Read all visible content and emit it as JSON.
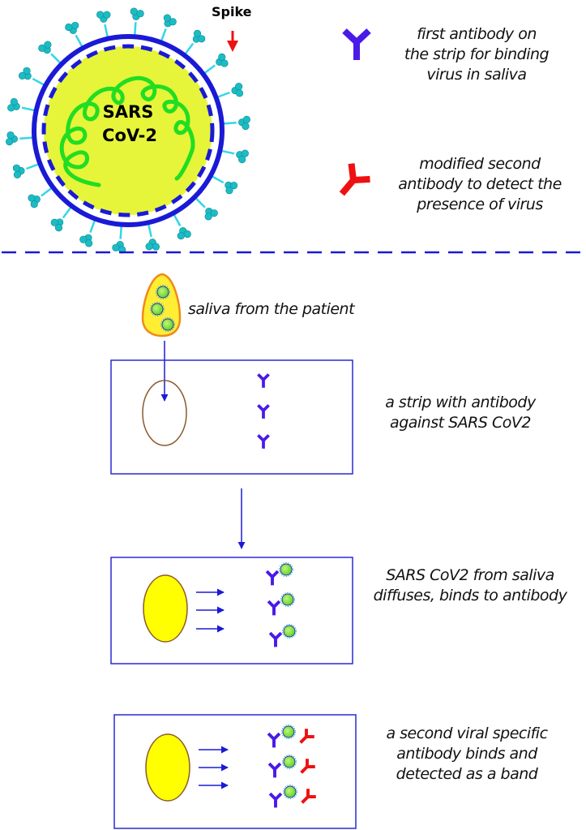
{
  "colors": {
    "virus_envelope": "#1a1ad6",
    "virus_fill": "#e6f53a",
    "rna": "#22dd22",
    "spike_stalk": "#33d6e6",
    "spike_head": "#1cbcc4",
    "first_antibody": "#4a1ae8",
    "second_antibody": "#ee1111",
    "arrow": "#1a1ad6",
    "strip_border": "#2a2ad0",
    "sample_pad_fill": "#ffff00",
    "sample_pad_outline": "#8b5a2b",
    "saliva_drop_fill": "#ffee33",
    "saliva_drop_outline": "#f08a1a",
    "divider": "#1a1ad6",
    "spike_pointer": "#ee1111"
  },
  "virus": {
    "label_line1": "SARS",
    "label_line2": "CoV-2",
    "spike_label": "Spike"
  },
  "legend": {
    "first_antibody": {
      "line1": "first antibody on",
      "line2": "the strip for binding",
      "line3": "virus in saliva"
    },
    "second_antibody": {
      "line1": "modified second",
      "line2": "antibody to detect the",
      "line3": "presence of virus"
    }
  },
  "steps": [
    {
      "id": "saliva",
      "caption_line1": "saliva from the patient"
    },
    {
      "id": "strip",
      "caption_line1": "a strip with antibody",
      "caption_line2": "against SARS CoV2"
    },
    {
      "id": "binding",
      "caption_line1": "SARS CoV2 from saliva",
      "caption_line2": "diffuses, binds to antibody"
    },
    {
      "id": "detection",
      "caption_line1": "a second viral specific",
      "caption_line2": "antibody binds and",
      "caption_line3": "detected as a band"
    }
  ]
}
